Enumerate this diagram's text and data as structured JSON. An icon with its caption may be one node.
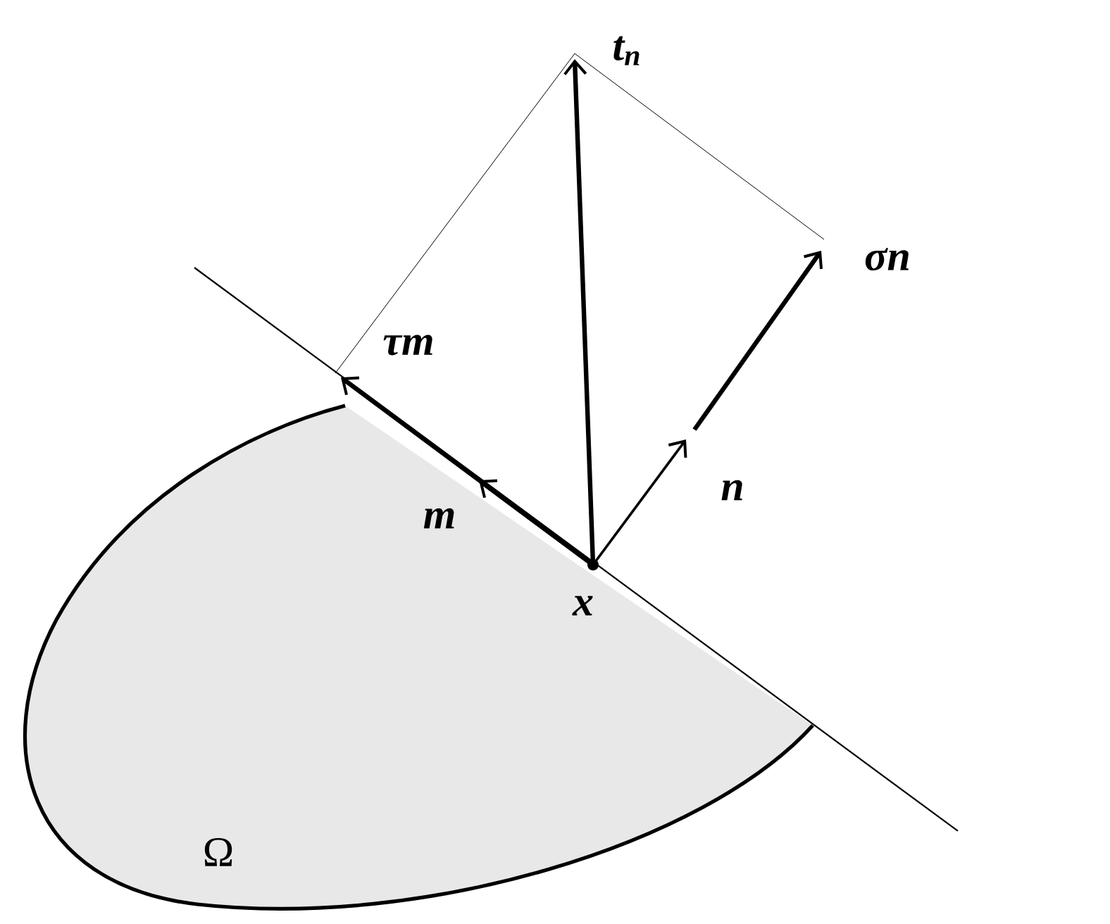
{
  "diagram": {
    "labels": [
      "t$_{n}$",
      "τm",
      "σn",
      "n",
      "m",
      "x",
      "Ω"
    ]
  }
}
